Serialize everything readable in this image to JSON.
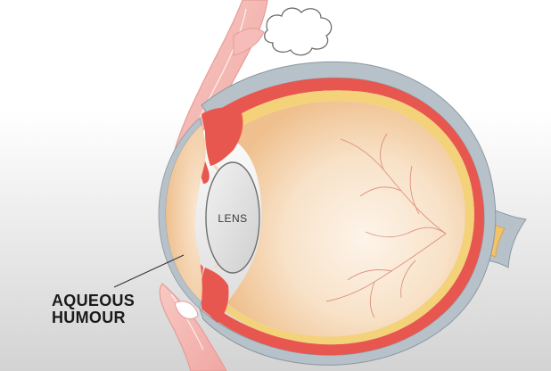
{
  "labels": {
    "lens": "LENS",
    "aqueous_line1": "AQUEOUS",
    "aqueous_line2": "HUMOUR"
  },
  "colors": {
    "background_top": "#ffffff",
    "background_bottom": "#d4d4d4",
    "sclera": "#b7c1c9",
    "choroid": "#e8574f",
    "retina": "#f3d27a",
    "vitreous": "#f7dcc0",
    "lens": "#dedede",
    "eyelid": "#f4b7b4",
    "optic_nerve": "#f1c36a"
  }
}
